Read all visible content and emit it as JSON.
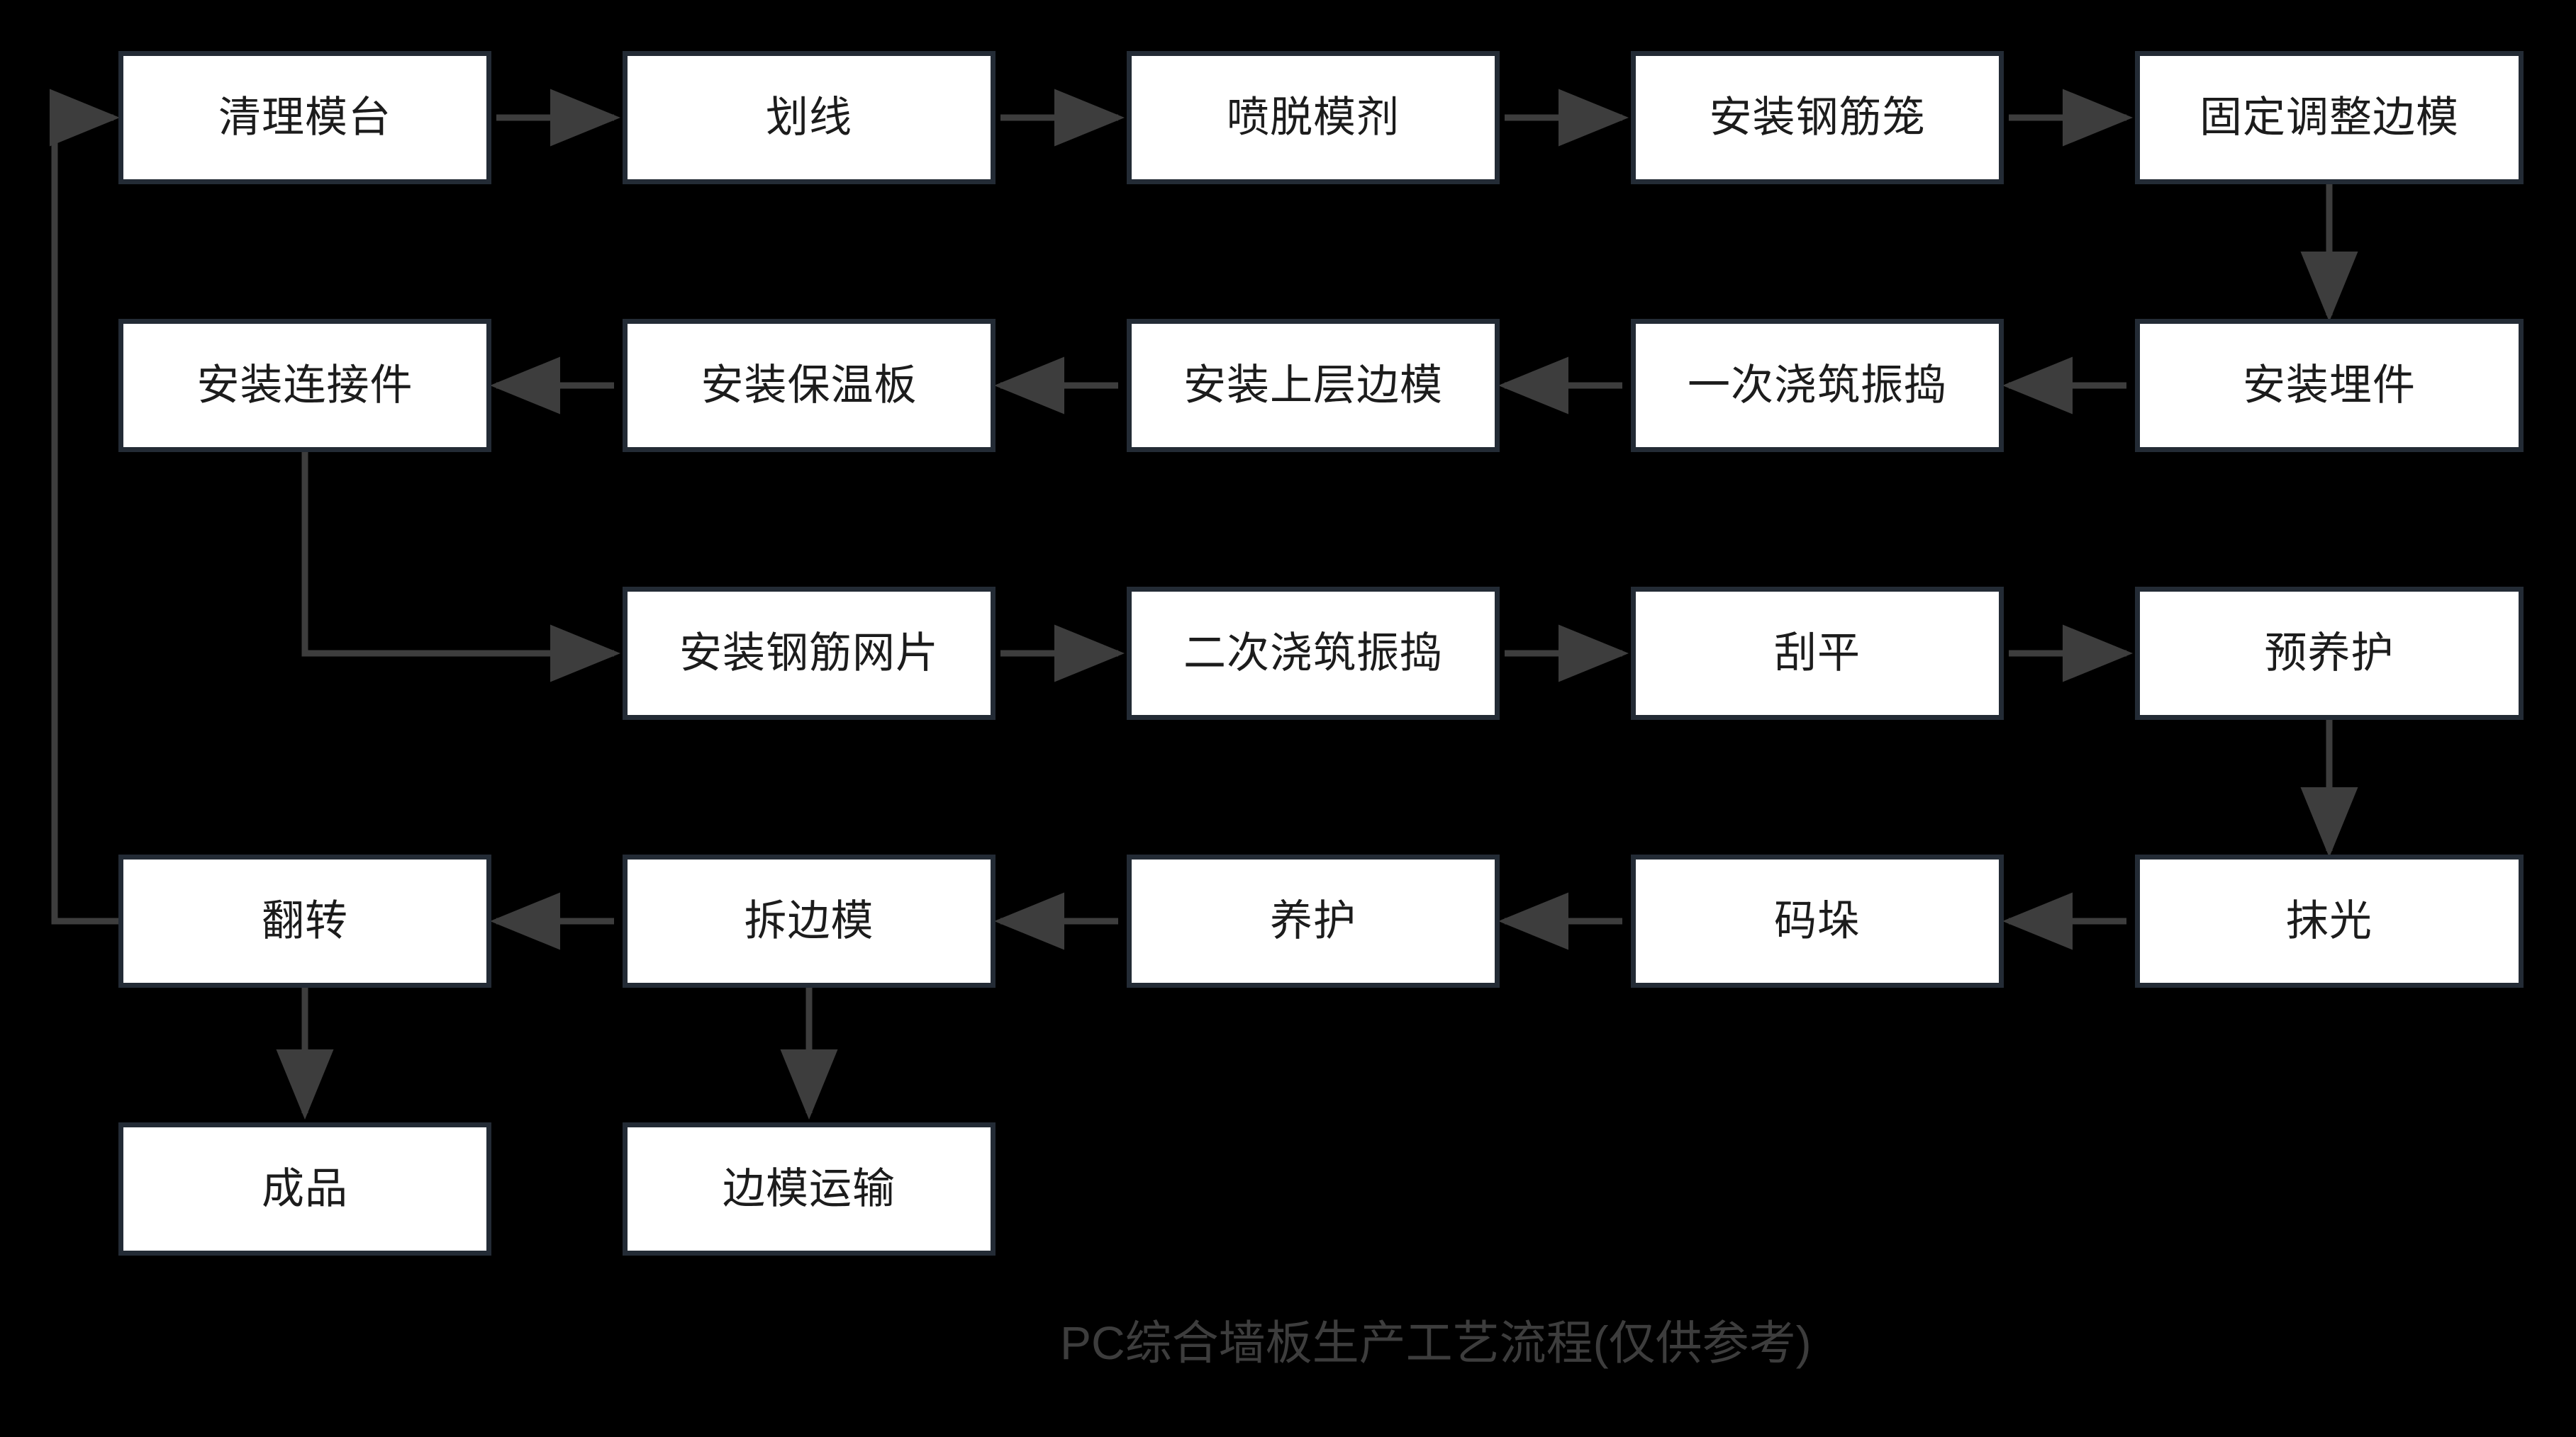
{
  "diagram": {
    "title": "PC综合墙板生产工艺流程(仅供参考)",
    "background_color": "#000000",
    "node_fill": "#ffffff",
    "node_border_color": "#232b35",
    "node_text_color": "#1c1c1c",
    "edge_color": "#3d3d3d",
    "title_color": "#3d3d3d",
    "nodes": [
      {
        "id": "n1",
        "label": "清理模台",
        "row": 1,
        "col": 1
      },
      {
        "id": "n2",
        "label": "划线",
        "row": 1,
        "col": 2
      },
      {
        "id": "n3",
        "label": "喷脱模剂",
        "row": 1,
        "col": 3
      },
      {
        "id": "n4",
        "label": "安装钢筋笼",
        "row": 1,
        "col": 4
      },
      {
        "id": "n5",
        "label": "固定调整边模",
        "row": 1,
        "col": 5
      },
      {
        "id": "n6",
        "label": "安装埋件",
        "row": 2,
        "col": 5
      },
      {
        "id": "n7",
        "label": "一次浇筑振捣",
        "row": 2,
        "col": 4
      },
      {
        "id": "n8",
        "label": "安装上层边模",
        "row": 2,
        "col": 3
      },
      {
        "id": "n9",
        "label": "安装保温板",
        "row": 2,
        "col": 2
      },
      {
        "id": "n10",
        "label": "安装连接件",
        "row": 2,
        "col": 1
      },
      {
        "id": "n11",
        "label": "安装钢筋网片",
        "row": 3,
        "col": 2
      },
      {
        "id": "n12",
        "label": "二次浇筑振捣",
        "row": 3,
        "col": 3
      },
      {
        "id": "n13",
        "label": "刮平",
        "row": 3,
        "col": 4
      },
      {
        "id": "n14",
        "label": "预养护",
        "row": 3,
        "col": 5
      },
      {
        "id": "n15",
        "label": "抹光",
        "row": 4,
        "col": 5
      },
      {
        "id": "n16",
        "label": "码垛",
        "row": 4,
        "col": 4
      },
      {
        "id": "n17",
        "label": "养护",
        "row": 4,
        "col": 3
      },
      {
        "id": "n18",
        "label": "拆边模",
        "row": 4,
        "col": 2
      },
      {
        "id": "n19",
        "label": "翻转",
        "row": 4,
        "col": 1
      },
      {
        "id": "n20",
        "label": "成品",
        "row": 5,
        "col": 1
      },
      {
        "id": "n21",
        "label": "边模运输",
        "row": 5,
        "col": 2
      }
    ],
    "edges": [
      {
        "from": "n1",
        "to": "n2",
        "kind": "right"
      },
      {
        "from": "n2",
        "to": "n3",
        "kind": "right"
      },
      {
        "from": "n3",
        "to": "n4",
        "kind": "right"
      },
      {
        "from": "n4",
        "to": "n5",
        "kind": "right"
      },
      {
        "from": "n5",
        "to": "n6",
        "kind": "down"
      },
      {
        "from": "n6",
        "to": "n7",
        "kind": "left"
      },
      {
        "from": "n7",
        "to": "n8",
        "kind": "left"
      },
      {
        "from": "n8",
        "to": "n9",
        "kind": "left"
      },
      {
        "from": "n9",
        "to": "n10",
        "kind": "left"
      },
      {
        "from": "n10",
        "to": "n11",
        "kind": "elbow-down-right"
      },
      {
        "from": "n11",
        "to": "n12",
        "kind": "right"
      },
      {
        "from": "n12",
        "to": "n13",
        "kind": "right"
      },
      {
        "from": "n13",
        "to": "n14",
        "kind": "right"
      },
      {
        "from": "n14",
        "to": "n15",
        "kind": "down"
      },
      {
        "from": "n15",
        "to": "n16",
        "kind": "left"
      },
      {
        "from": "n16",
        "to": "n17",
        "kind": "left"
      },
      {
        "from": "n17",
        "to": "n18",
        "kind": "left"
      },
      {
        "from": "n18",
        "to": "n19",
        "kind": "left"
      },
      {
        "from": "n19",
        "to": "n20",
        "kind": "down"
      },
      {
        "from": "n18",
        "to": "n21",
        "kind": "down"
      },
      {
        "from": "n19",
        "to": "n1",
        "kind": "loop-left-up"
      }
    ]
  }
}
